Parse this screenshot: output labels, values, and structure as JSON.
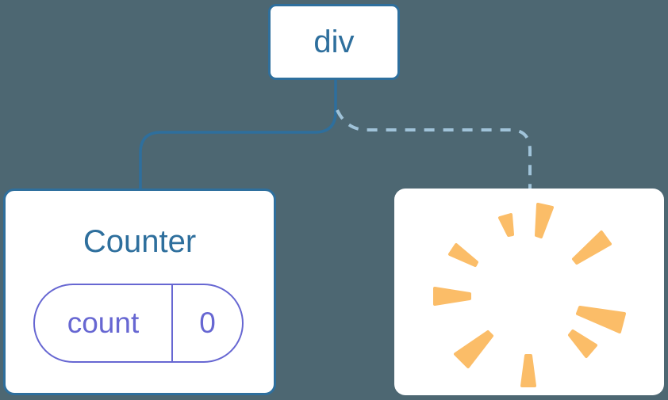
{
  "colors": {
    "background": "#4D6772",
    "card_background": "#FFFFFF",
    "node_blue": "#2E6F9D",
    "dashed_link_blue": "#A0C3D9",
    "state_purple": "#6767D2",
    "poof_orange": "#FBBD68"
  },
  "tree": {
    "root": {
      "label": "div"
    },
    "counter": {
      "title": "Counter",
      "state_key": "count",
      "state_value": "0"
    },
    "removed": {
      "icon": "poof-starburst-icon"
    },
    "links": {
      "root_to_counter": "solid",
      "root_to_removed": "dashed"
    }
  }
}
